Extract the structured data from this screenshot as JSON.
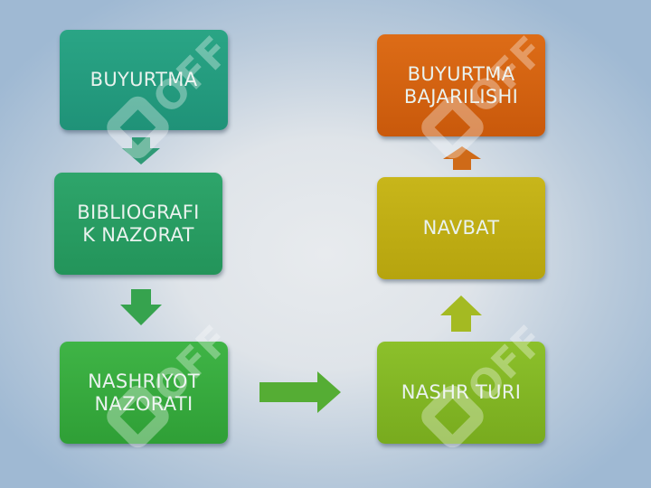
{
  "diagram": {
    "nodes": [
      {
        "id": "buyurtma",
        "label": "BUYURTMA",
        "color": "#24997e"
      },
      {
        "id": "bibliografik-nazorat",
        "label": "BIBLIOGRAFI\nK NAZORAT",
        "color": "#289c62"
      },
      {
        "id": "nashriyot-nazorati",
        "label": "NASHRIYOT\nNAZORATI",
        "color": "#37aa3e"
      },
      {
        "id": "nashr-turi",
        "label": "NASHR TURI",
        "color": "#82b625"
      },
      {
        "id": "navbat",
        "label": "NAVBAT",
        "color": "#bfad14"
      },
      {
        "id": "buyurtma-bajarilishi",
        "label": "BUYURTMA\nBAJARILISHI",
        "color": "#d3620f"
      }
    ],
    "edges": [
      {
        "from": "buyurtma",
        "to": "bibliografik-nazorat",
        "direction": "down"
      },
      {
        "from": "bibliografik-nazorat",
        "to": "nashriyot-nazorati",
        "direction": "down"
      },
      {
        "from": "nashriyot-nazorati",
        "to": "nashr-turi",
        "direction": "right"
      },
      {
        "from": "nashr-turi",
        "to": "navbat",
        "direction": "up"
      },
      {
        "from": "navbat",
        "to": "buyurtma-bajarilishi",
        "direction": "up"
      }
    ]
  },
  "watermark": {
    "text": "OFF",
    "color": "#ffffff"
  }
}
